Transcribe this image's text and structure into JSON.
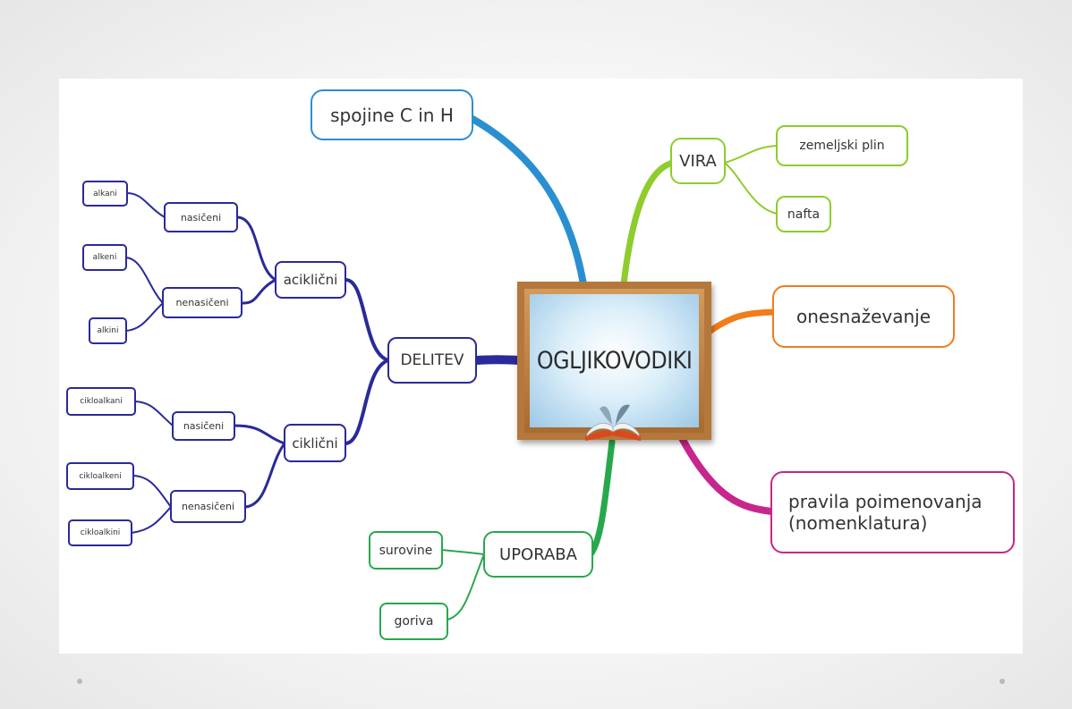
{
  "center": {
    "title": "OGLJIKOVODIKI",
    "book_icon": "open-book-icon"
  },
  "colors": {
    "blue": "#2a8fd0",
    "lightgreen": "#8fcc2d",
    "orange": "#f07c1c",
    "magenta": "#c7268c",
    "green": "#28a84d",
    "navy": "#2a2a9a"
  },
  "branches": {
    "compounds": "spojine C in H",
    "sources": {
      "label": "VIRA",
      "items": [
        "zemeljski plin",
        "nafta"
      ]
    },
    "pollution": "onesnaževanje",
    "naming": {
      "line1": "pravila poimenovanja",
      "line2": "(nomenklatura)"
    },
    "usage": {
      "label": "UPORABA",
      "items": [
        "surovine",
        "goriva"
      ]
    },
    "division": {
      "label": "DELITEV",
      "acyclic": {
        "label": "aciklični",
        "saturated": {
          "label": "nasičeni",
          "items": [
            "alkani"
          ]
        },
        "unsaturated": {
          "label": "nenasičeni",
          "items": [
            "alkeni",
            "alkini"
          ]
        }
      },
      "cyclic": {
        "label": "ciklični",
        "saturated": {
          "label": "nasičeni",
          "items": [
            "cikloalkani"
          ]
        },
        "unsaturated": {
          "label": "nenasičeni",
          "items": [
            "cikloalkeni",
            "cikloalkini"
          ]
        }
      }
    }
  }
}
